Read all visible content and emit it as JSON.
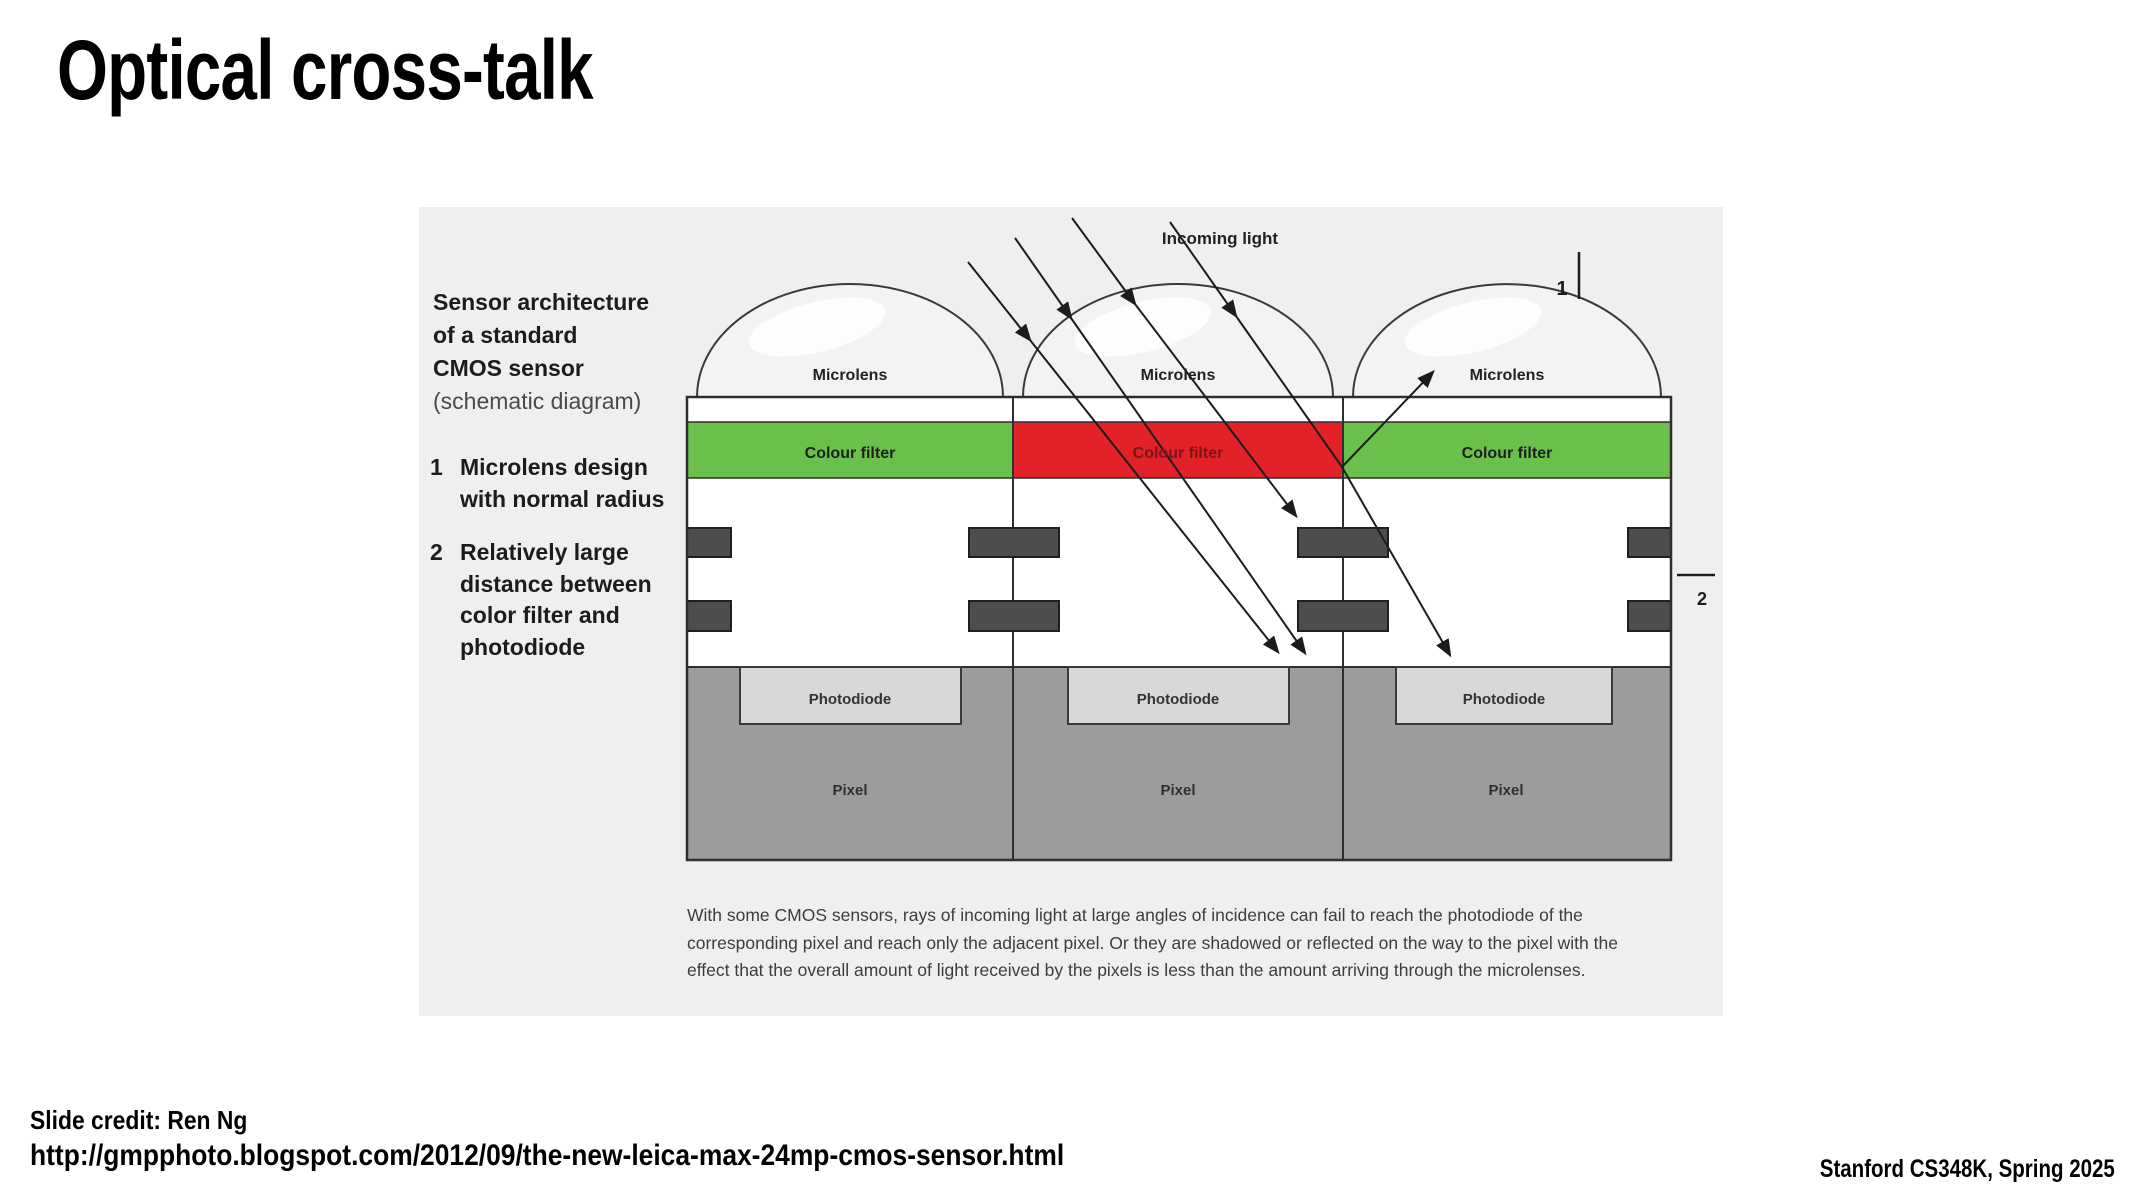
{
  "slide": {
    "title": "Optical cross-talk",
    "credit": "Slide credit: Ren Ng",
    "source_url": "http://gmpphoto.blogspot.com/2012/09/the-new-leica-max-24mp-cmos-sensor.html",
    "course_footer": "Stanford CS348K, Spring 2025"
  },
  "diagram": {
    "description": {
      "line1": "Sensor architecture",
      "line2": "of a standard",
      "line3": "CMOS sensor",
      "line4": "(schematic diagram)"
    },
    "notes": [
      {
        "num": "1",
        "line1": "Microlens design",
        "line2": "with normal radius"
      },
      {
        "num": "2",
        "line1": "Relatively large",
        "line2": "distance between",
        "line3": "color filter and",
        "line4": "photodiode"
      }
    ],
    "labels": {
      "incoming_light": "Incoming light",
      "microlens": "Microlens",
      "colour_filter": "Colour filter",
      "photodiode": "Photodiode",
      "pixel": "Pixel",
      "marker_1": "1",
      "marker_2": "2"
    },
    "caption": {
      "line1": "With some CMOS sensors, rays of incoming light at large angles of incidence can fail to reach the photodiode of the",
      "line2": "corresponding pixel and reach only the adjacent pixel. Or they are shadowed or reflected on the way to the pixel with the",
      "line3": "effect that the overall amount of light received by the pixels is less than the amount arriving through the microlenses."
    },
    "colors": {
      "panel_bg": "#efeff0",
      "green_filter": "#6bbf4b",
      "red_filter": "#e32128",
      "metal": "#4d4d4d",
      "substrate": "#9c9c9c",
      "photodiode": "#d8d8d8",
      "lens_fill": "#f3f3f2",
      "ray": "#1c1c1c"
    }
  }
}
